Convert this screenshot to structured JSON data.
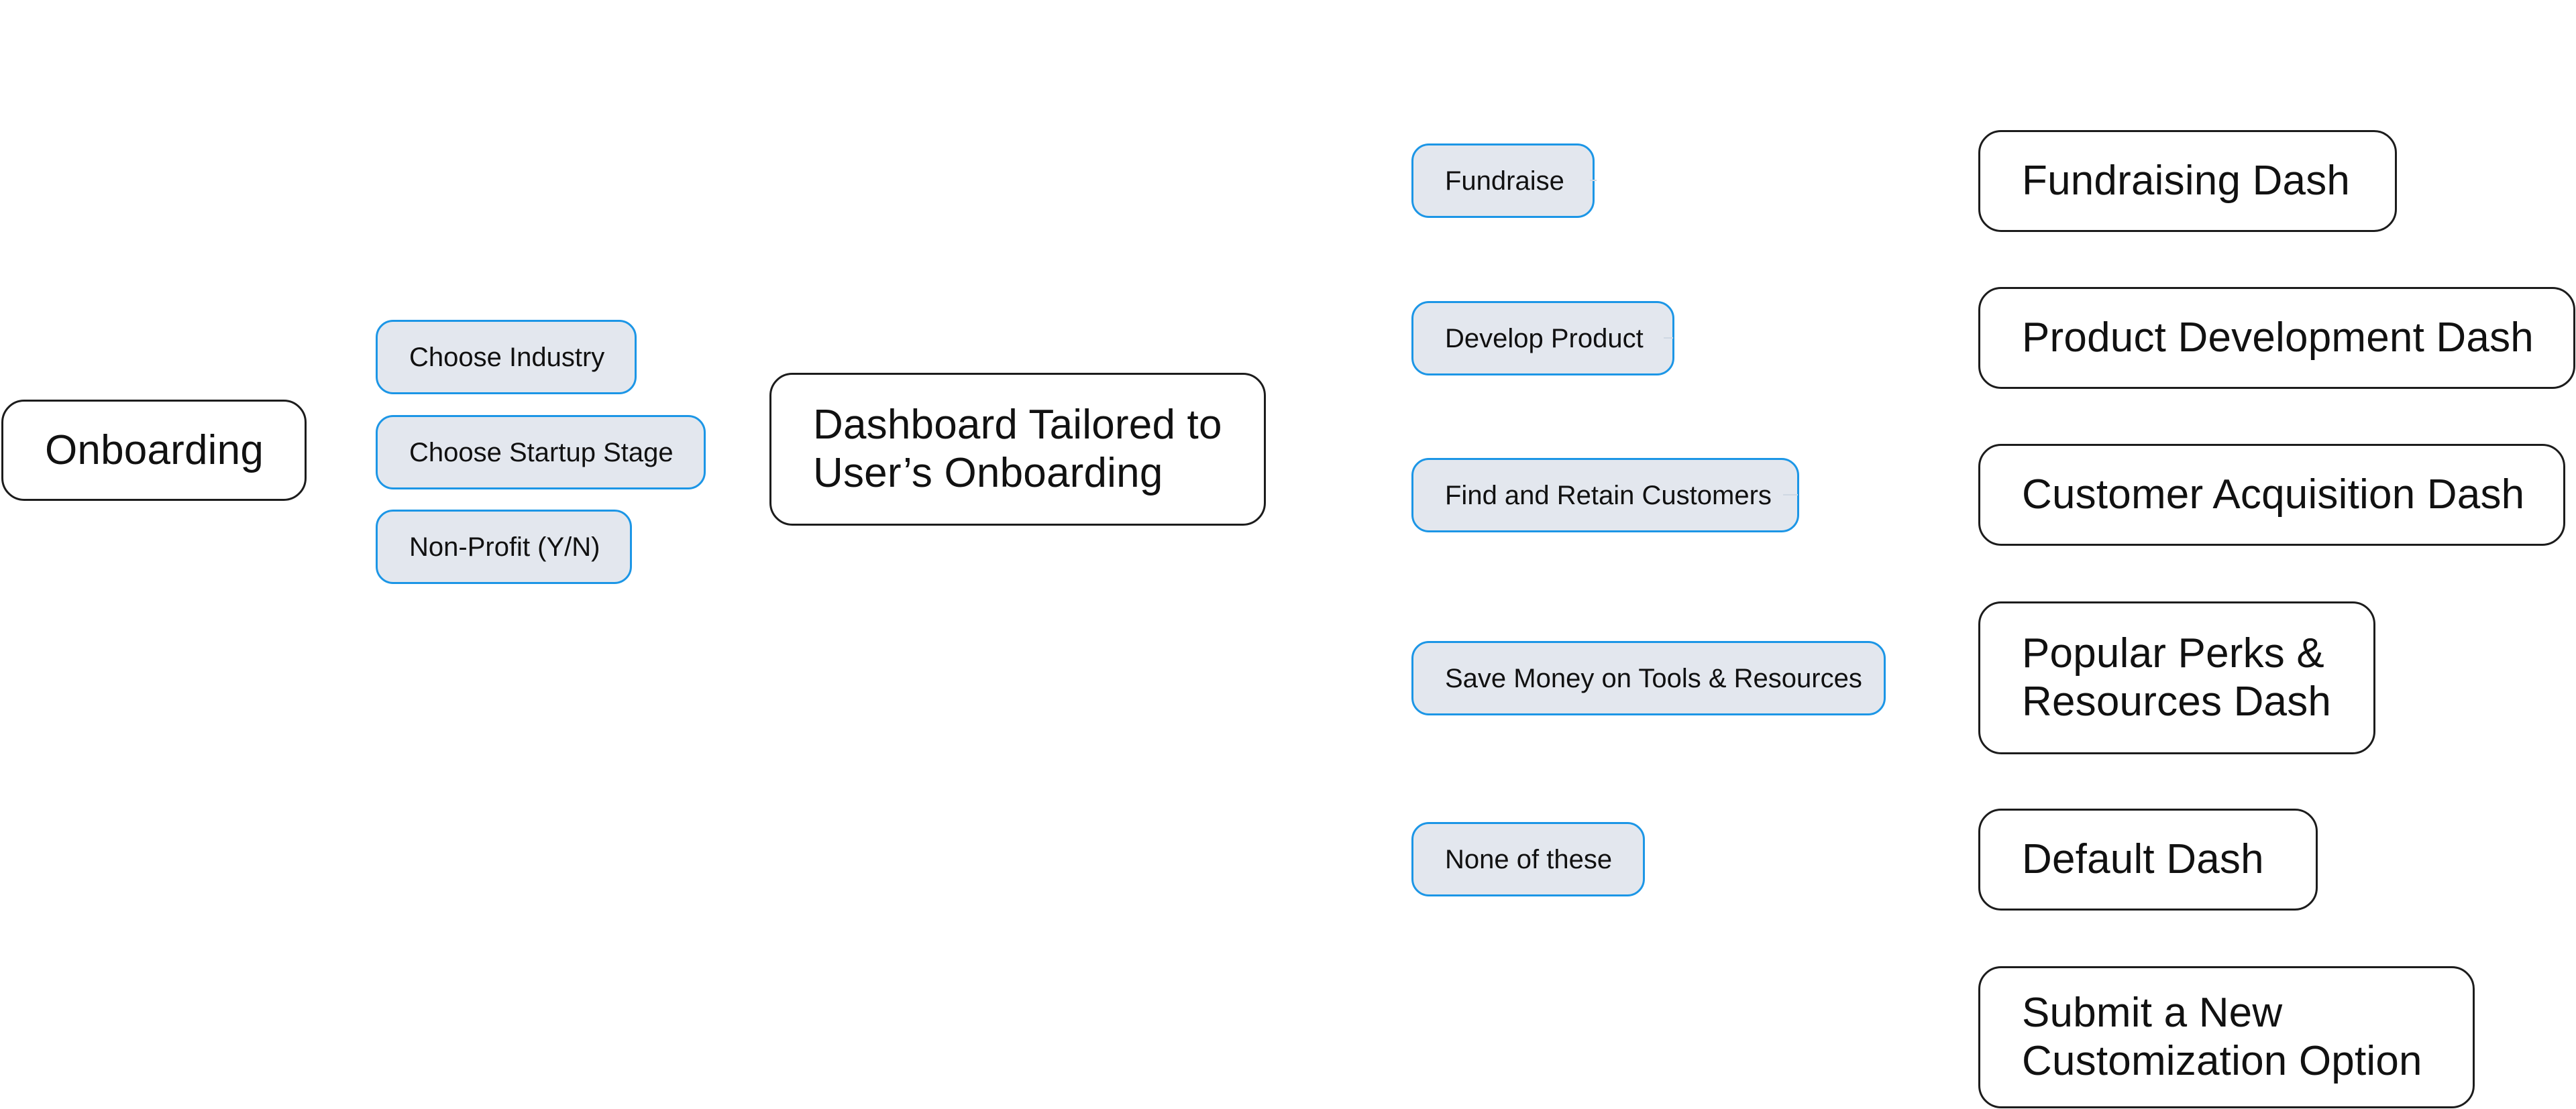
{
  "root": {
    "label": "Onboarding"
  },
  "onboarding_options": [
    {
      "label": "Choose Industry"
    },
    {
      "label": "Choose Startup Stage"
    },
    {
      "label": "Non-Profit (Y/N)"
    }
  ],
  "dashboard": {
    "line1": "Dashboard Tailored to",
    "line2": "User’s Onboarding"
  },
  "goals": [
    {
      "label": "Fundraise"
    },
    {
      "label": "Develop Product"
    },
    {
      "label": "Find and Retain Customers"
    },
    {
      "label": "Save Money on Tools & Resources"
    },
    {
      "label": "None of these"
    }
  ],
  "dashes": [
    {
      "line1": "Fundraising Dash",
      "line2": ""
    },
    {
      "line1": "Product Development Dash",
      "line2": ""
    },
    {
      "line1": "Customer Acquisition Dash",
      "line2": ""
    },
    {
      "line1": "Popular Perks &",
      "line2": "Resources Dash"
    },
    {
      "line1": "Default Dash",
      "line2": ""
    },
    {
      "line1": "Submit a New",
      "line2": "Customization Option"
    }
  ],
  "colors": {
    "pill_fill": "#e3e7ee",
    "pill_border": "#1c96e6",
    "node_border": "#1c1c1c",
    "text": "#111111"
  }
}
